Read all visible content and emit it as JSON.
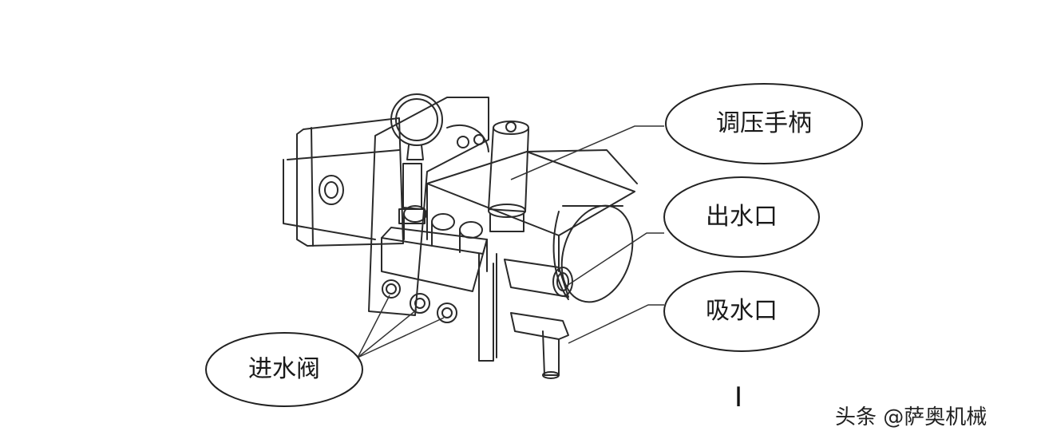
{
  "labels": {
    "pressure_handle": "调压手柄",
    "water_outlet": "出水口",
    "water_inlet": "吸水口",
    "inlet_valve": "进水阀"
  },
  "figure_mark": "I",
  "watermark": "头条 @萨奥机械"
}
